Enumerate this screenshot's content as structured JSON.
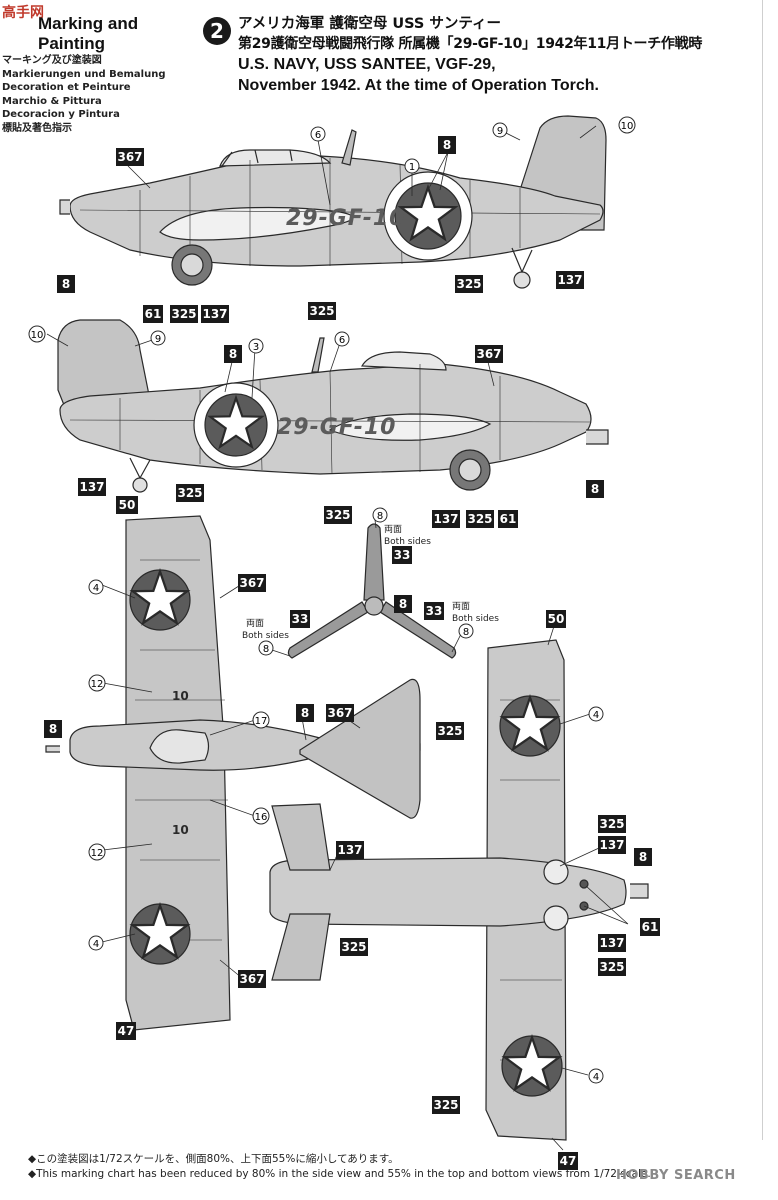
{
  "logo": {
    "text": "高手网"
  },
  "header_left": {
    "title": "Marking and Painting",
    "lines": [
      "マーキング及び塗装図",
      "Markierungen und Bemalung",
      "Decoration et Peinture",
      "Marchio & Pittura",
      "Decoracion y Pintura",
      "標貼及著色指示"
    ]
  },
  "scheme": {
    "number": "2",
    "jp_line1": "アメリカ海軍 護衛空母 USS サンティー",
    "jp_line2": "第29護衛空母戦闘飛行隊 所属機「29-GF-10」1942年11月トーチ作戦時",
    "en_line1": "U.S. NAVY, USS SANTEE, VGF-29,",
    "en_line2": "November 1942. At the time of Operation Torch."
  },
  "aircraft_code": "29-GF-10",
  "code_sub": "10",
  "callouts": {
    "c1": "1",
    "c3": "3",
    "c4": "4",
    "c6": "6",
    "c8": "8",
    "c9": "9",
    "c10": "10",
    "c12": "12",
    "c16": "16",
    "c17": "17"
  },
  "colors": {
    "c8": "8",
    "c33": "33",
    "c47": "47",
    "c50": "50",
    "c61": "61",
    "c137": "137",
    "c325": "325",
    "c367": "367"
  },
  "both_sides": {
    "jp": "両面",
    "en": "Both sides"
  },
  "footer": {
    "jp": "◆この塗装図は1/72スケールを、側面80%、上下面55%に縮小してあります。",
    "en": "◆This marking chart has been reduced by 80% in the side view and 55% in the top and bottom views from 1/72 scale."
  },
  "watermark": "HOBBY SEARCH",
  "palette": {
    "body": "#c9c9c9",
    "body_dark": "#9f9f9f",
    "line": "#2a2a2a",
    "box": "#1a1a1a",
    "insignia_blue": "#5b5b5b"
  }
}
